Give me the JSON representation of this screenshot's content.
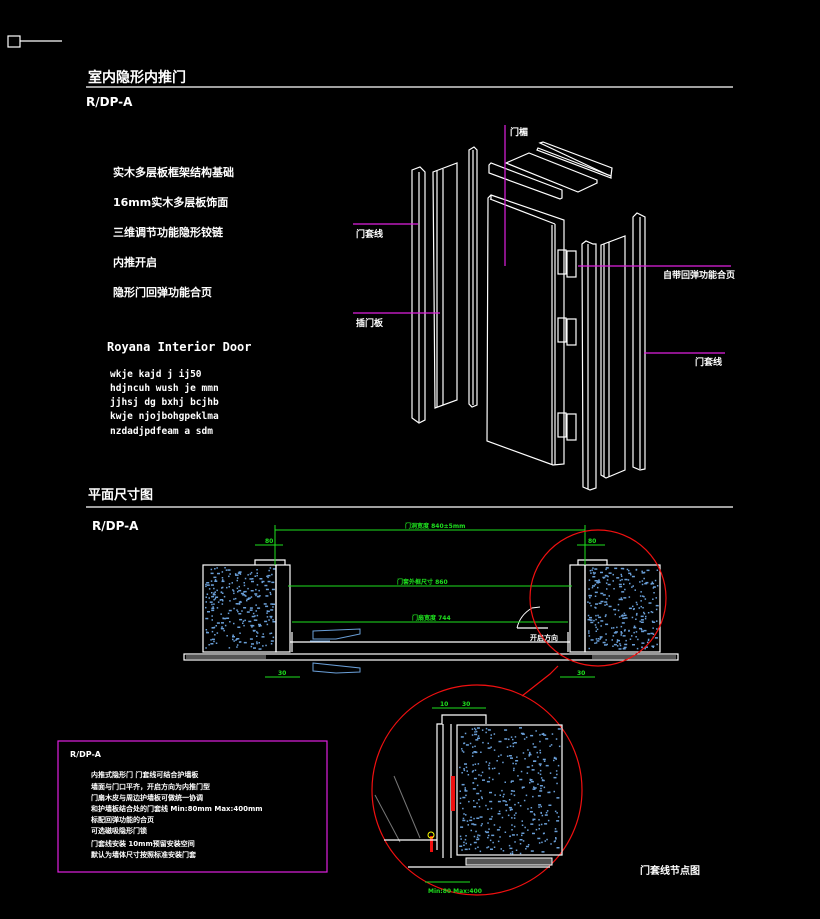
{
  "colors": {
    "background": "#000000",
    "lines": "#ffffff",
    "leaders": "#e020e0",
    "dimensions": "#1ee01e",
    "detail_circle": "#f01010",
    "hatch": "#6a9fd8"
  },
  "header": {
    "title": "室内隐形内推门",
    "code": "R/DP-A"
  },
  "features": [
    "实木多层板框架结构基础",
    "16mm实木多层板饰面",
    "三维调节功能隐形铰链",
    "内推开启",
    "隐形门回弹功能合页"
  ],
  "brand": {
    "name": "Royana Interior Door",
    "lines": [
      "wkje kajd j  ij50",
      "hdjncuh wush je mmn",
      "jjhsj dg bxhj bcjhb",
      "kwje njojbohgpeklma",
      "nzdadjpdfeam a sdm"
    ]
  },
  "iso_labels": {
    "lintel": "门楣",
    "casing_left": "门套线",
    "jamb_board": "插门板",
    "hinge": "自带回弹功能合页",
    "casing_right": "门套线"
  },
  "plan": {
    "title": "平面尺寸图",
    "code": "R/DP-A",
    "dim_opening": "门洞宽度 840±5mm",
    "dim_frame": "门套外框尺寸 860",
    "dim_leaf": "门扇宽度 744",
    "dim_casing": "80",
    "dim_small": "30",
    "open_direction": "开启方向"
  },
  "notes": {
    "code": "R/DP-A",
    "lines": [
      "内推式隐形门  门套线可结合护墙板",
      "墙面与门口平齐，开启方向为内推门型",
      "门扇木皮与周边护墙板可做统一协调",
      "和护墙板结合处的门套线 Min:80mm Max:400mm",
      "标配回弹功能的合页",
      "可选磁吸隐形门锁",
      "门套线安装 10mm预留安装空间",
      "默认为墙体尺寸按照标准安装门套"
    ]
  },
  "detail": {
    "title": "门套线节点图",
    "dim_range": "Min:80 Max:400",
    "dim_a": "10",
    "dim_b": "30"
  }
}
